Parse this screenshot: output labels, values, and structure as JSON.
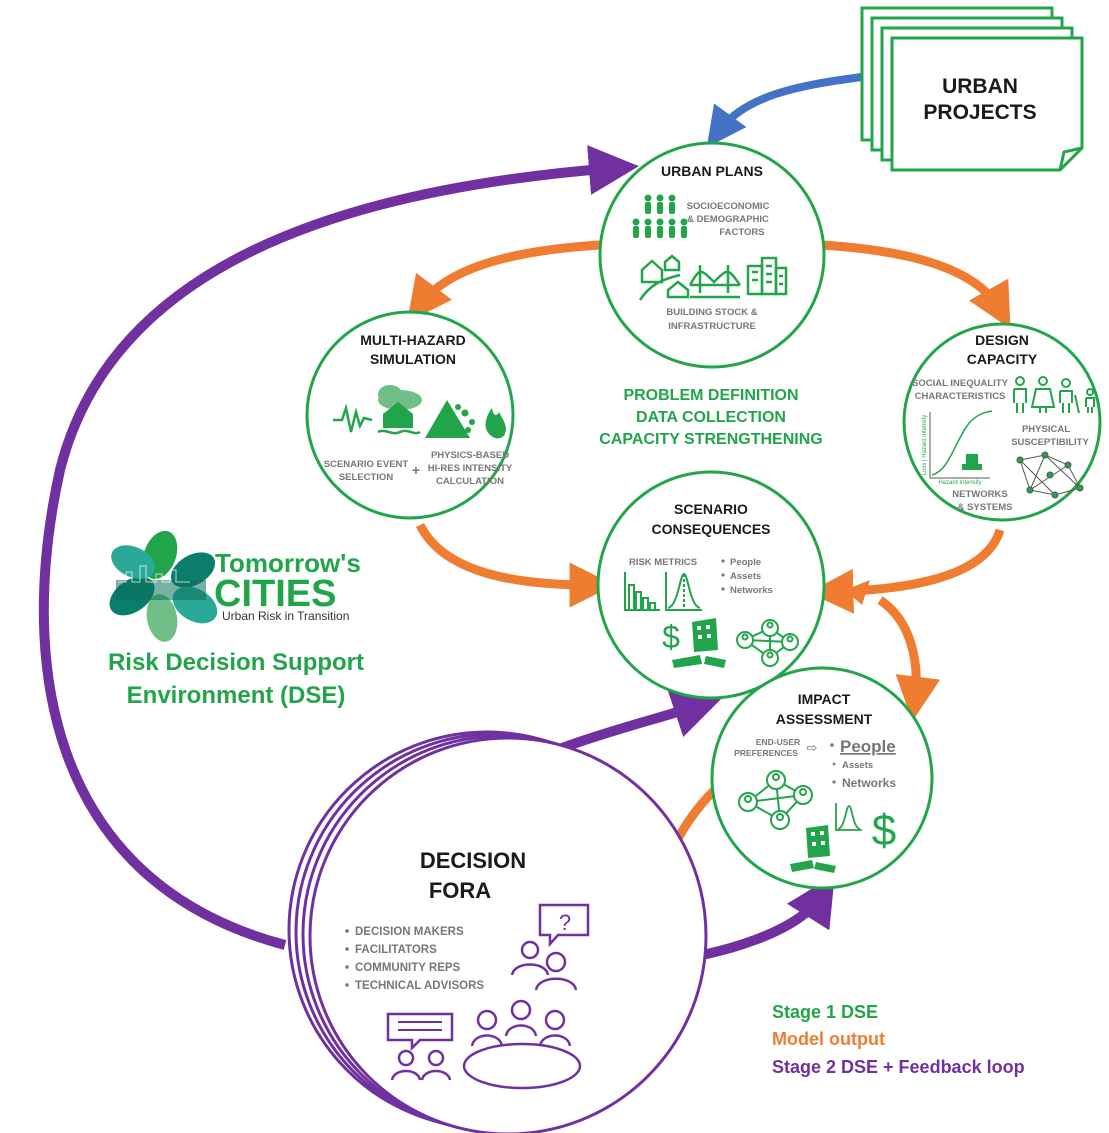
{
  "colors": {
    "green": "#22a54a",
    "orange": "#ef7d31",
    "purple": "#7030a0",
    "blue": "#4472c4",
    "text_dark": "#1a1a1a",
    "text_gray": "#777777"
  },
  "urban_projects": {
    "line1": "URBAN",
    "line2": "PROJECTS"
  },
  "urban_plans": {
    "title": "URBAN PLANS",
    "socio_1": "SOCIOECONOMIC",
    "socio_2": "& DEMOGRAPHIC",
    "socio_3": "FACTORS",
    "building_1": "BUILDING STOCK &",
    "building_2": "INFRASTRUCTURE"
  },
  "multi_hazard": {
    "title_1": "MULTI-HAZARD",
    "title_2": "SIMULATION",
    "scenario_1": "SCENARIO EVENT",
    "scenario_2": "SELECTION",
    "plus": "+",
    "physics_1": "PHYSICS-BASED",
    "physics_2": "HI-RES INTENSITY",
    "physics_3": "CALCULATION"
  },
  "center_text": {
    "line1": "PROBLEM DEFINITION",
    "line2": "DATA COLLECTION",
    "line3": "CAPACITY STRENGTHENING"
  },
  "design_capacity": {
    "title_1": "DESIGN",
    "title_2": "CAPACITY",
    "social_1": "SOCIAL INEQUALITY",
    "social_2": "CHARACTERISTICS",
    "physical_1": "PHYSICAL",
    "physical_2": "SUSCEPTIBILITY",
    "networks_1": "NETWORKS",
    "networks_2": "& SYSTEMS",
    "axis_y": "Loss | Hazard intensity",
    "axis_x": "Hazard Intensity"
  },
  "scenario": {
    "title_1": "SCENARIO",
    "title_2": "CONSEQUENCES",
    "risk_metrics": "RISK METRICS",
    "items": [
      "People",
      "Assets",
      "Networks"
    ]
  },
  "impact": {
    "title_1": "IMPACT",
    "title_2": "ASSESSMENT",
    "end_user_1": "END-USER",
    "end_user_2": "PREFERENCES",
    "arrow_glyph": "⇨",
    "people": "People",
    "assets": "Assets",
    "networks": "Networks"
  },
  "logo": {
    "line1": "Tomorrow's",
    "line2": "CITIES",
    "line3": "Urban Risk in Transition"
  },
  "dse": {
    "line1": "Risk Decision Support",
    "line2": "Environment (DSE)"
  },
  "decision_fora": {
    "title_1": "DECISION",
    "title_2": "FORA",
    "items": [
      "DECISION MAKERS",
      "FACILITATORS",
      "COMMUNITY REPS",
      "TECHNICAL ADVISORS"
    ],
    "question_mark": "?"
  },
  "legend": {
    "stage1": "Stage 1 DSE",
    "model_output": "Model output",
    "stage2": "Stage 2 DSE + Feedback loop"
  },
  "icons": [
    "document-stack-icon",
    "people-icon",
    "houses-icon",
    "bridge-icon",
    "buildings-icon",
    "seismic-wave-icon",
    "flood-icon",
    "landslide-icon",
    "fire-icon",
    "family-icon",
    "vulnerability-curve-icon",
    "network-graph-icon",
    "bar-chart-icon",
    "distribution-icon",
    "dollar-icon",
    "damaged-building-icon",
    "user-network-icon",
    "question-bubble-icon",
    "speech-bubble-icon",
    "meeting-table-icon",
    "flower-logo-icon"
  ]
}
